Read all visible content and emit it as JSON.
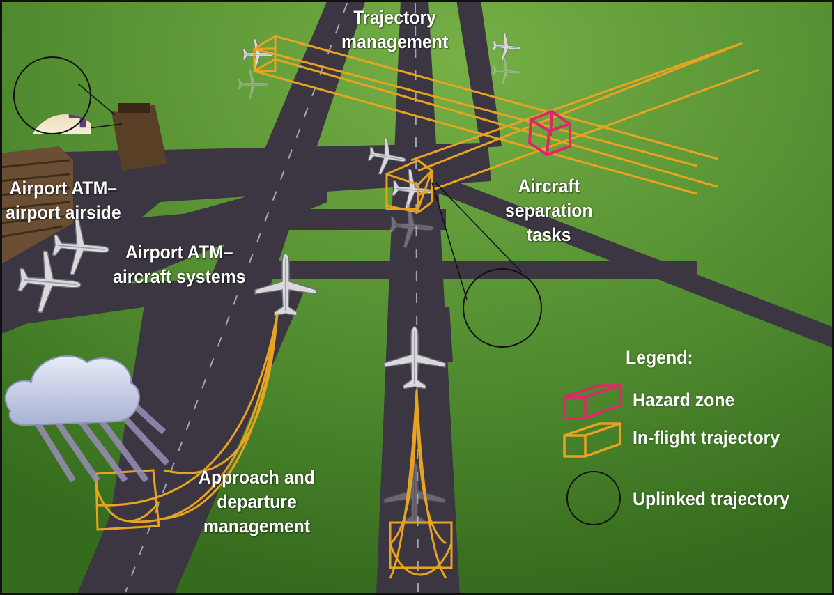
{
  "labels": {
    "trajectory_management": [
      "Trajectory",
      "management"
    ],
    "airport_airside": [
      "Airport ATM–",
      "airport airside"
    ],
    "aircraft_systems": [
      "Airport ATM–",
      "aircraft systems"
    ],
    "separation_tasks": [
      "Aircraft",
      "separation",
      "tasks"
    ],
    "approach_departure": [
      "Approach and",
      "departure",
      "management"
    ]
  },
  "legend": {
    "title": "Legend:",
    "items": [
      {
        "label": "Hazard zone",
        "icon": "pink-box-icon",
        "color": "#e0266a"
      },
      {
        "label": "In-flight trajectory",
        "icon": "orange-box-icon",
        "color": "#e8a321"
      },
      {
        "label": "Uplinked trajectory",
        "icon": "controller-icon",
        "color": "#5a4379"
      }
    ]
  },
  "colors": {
    "grass": "#4f8a2f",
    "runway": "#3a3540",
    "trajectory": "#e8a321",
    "hazard": "#e0266a",
    "controller": "#5a4379"
  }
}
